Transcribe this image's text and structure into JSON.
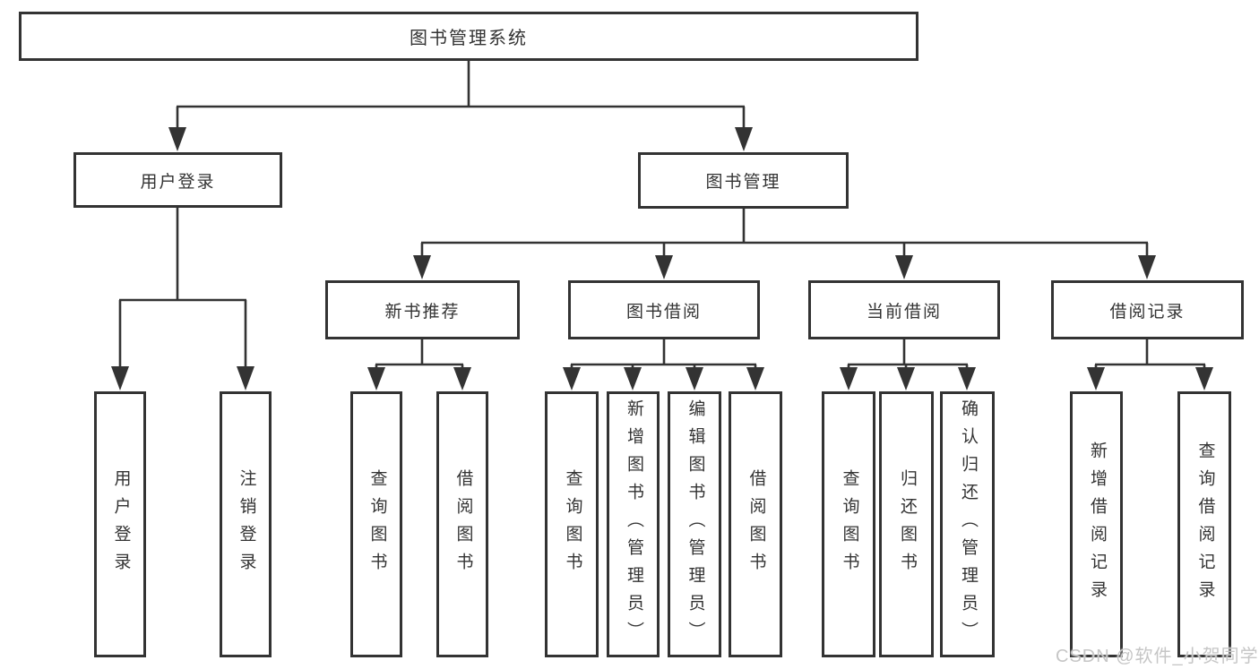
{
  "root": {
    "label": "图书管理系统"
  },
  "branches": [
    {
      "label": "用户登录",
      "children": [
        {
          "label": "用户登录"
        },
        {
          "label": "注销登录"
        }
      ]
    },
    {
      "label": "图书管理",
      "children": [
        {
          "label": "新书推荐",
          "children": [
            {
              "label": "查询图书"
            },
            {
              "label": "借阅图书"
            }
          ]
        },
        {
          "label": "图书借阅",
          "children": [
            {
              "label": "查询图书"
            },
            {
              "label": "新增图书（管理员）"
            },
            {
              "label": "编辑图书（管理员）"
            },
            {
              "label": "借阅图书"
            }
          ]
        },
        {
          "label": "当前借阅",
          "children": [
            {
              "label": "查询图书"
            },
            {
              "label": "归还图书"
            },
            {
              "label": "确认归还（管理员）"
            }
          ]
        },
        {
          "label": "借阅记录",
          "children": [
            {
              "label": "新增借阅记录"
            },
            {
              "label": "查询借阅记录"
            }
          ]
        }
      ]
    }
  ],
  "watermark": {
    "text": "CSDN @软件_小贺同学",
    "color": "#c6c6c6"
  },
  "colors": {
    "line": "#333333",
    "box_border": "#333333",
    "box_background": "#ffffff",
    "page_background": "#ffffff",
    "text": "#333333"
  }
}
